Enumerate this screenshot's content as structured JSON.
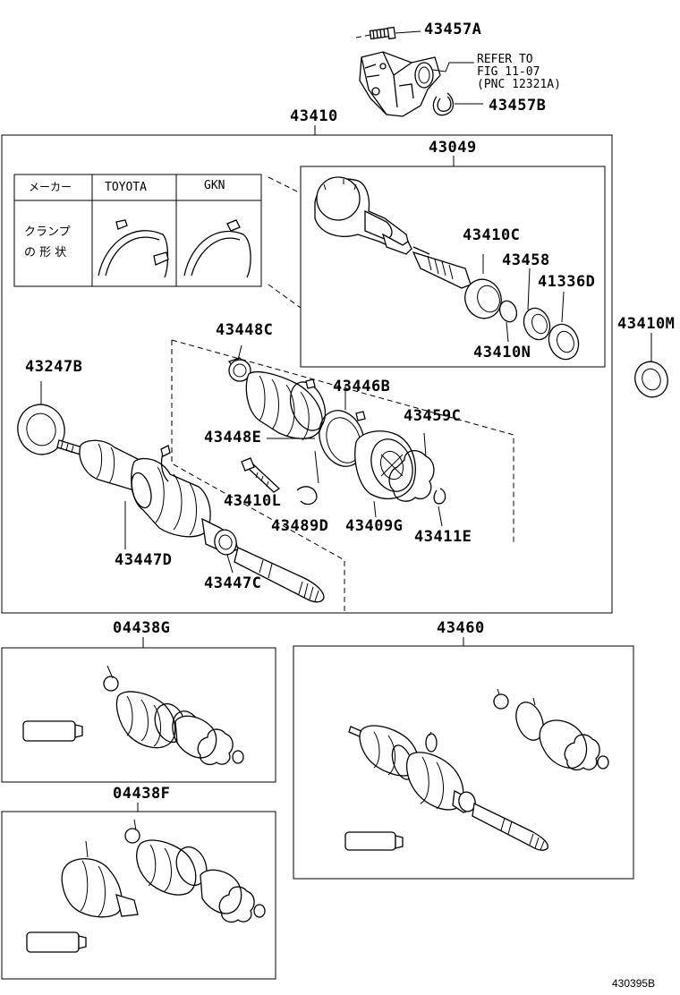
{
  "parts": {
    "p43457A": "43457A",
    "p43457B": "43457B",
    "p43410": "43410",
    "p43049": "43049",
    "p43410C": "43410C",
    "p43458": "43458",
    "p41336D": "41336D",
    "p43410N": "43410N",
    "p43410M": "43410M",
    "p43448C": "43448C",
    "p43446B": "43446B",
    "p43247B": "43247B",
    "p43459C": "43459C",
    "p43448E": "43448E",
    "p43410L": "43410L",
    "p43409G": "43409G",
    "p43489D": "43489D",
    "p43411E": "43411E",
    "p43447D": "43447D",
    "p43447C": "43447C",
    "p04438G": "04438G",
    "p43460": "43460",
    "p04438F": "04438F"
  },
  "reference": {
    "line1": "REFER TO",
    "line2": "FIG 11-07",
    "line3": "(PNC 12321A)"
  },
  "clamp_table": {
    "maker_label": "メーカー",
    "col_toyota": "TOYOTA",
    "col_gkn": "GKN",
    "row_label_1": "クランプ",
    "row_label_2": "の 形 状"
  },
  "figure_id": "430395B"
}
